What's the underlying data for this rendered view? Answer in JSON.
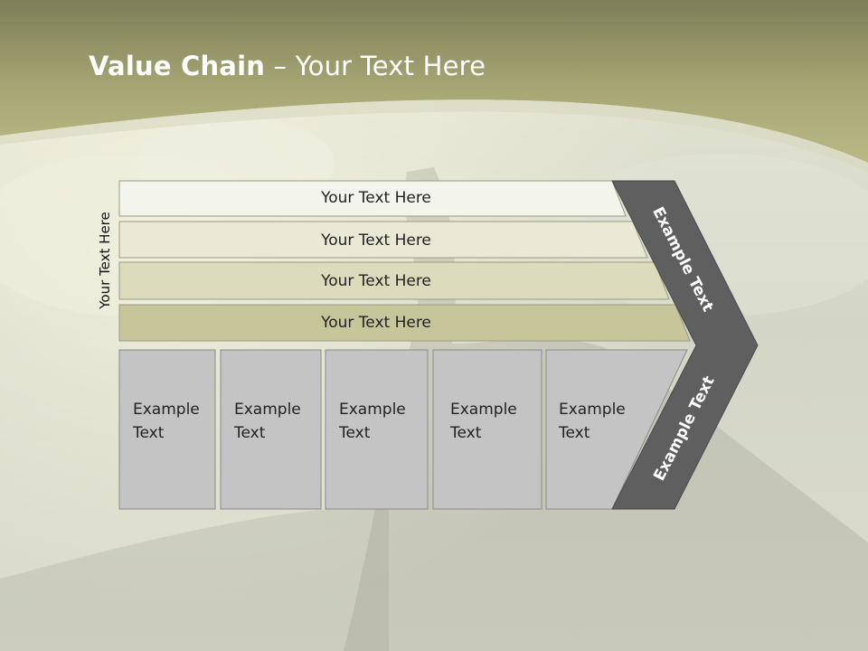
{
  "title": {
    "bold": "Value Chain",
    "rest": " – Your Text Here"
  },
  "side_label": "Your Text Here",
  "rows": [
    {
      "label": "Your Text Here",
      "color": "#f3f4ec"
    },
    {
      "label": "Your Text Here",
      "color": "#e9e9d6"
    },
    {
      "label": "Your Text Here",
      "color": "#dcdcbd"
    },
    {
      "label": "Your Text Here",
      "color": "#c7c59a"
    }
  ],
  "columns": [
    {
      "line1": "Example",
      "line2": "Text"
    },
    {
      "line1": "Example",
      "line2": "Text"
    },
    {
      "line1": "Example",
      "line2": "Text"
    },
    {
      "line1": "Example",
      "line2": "Text"
    },
    {
      "line1": "Example",
      "line2": "Text"
    }
  ],
  "chevron": {
    "upper": "Example Text",
    "lower": "Example Text",
    "color": "#5f5f5f"
  },
  "colors": {
    "header": "#a8a978",
    "box": "#c4c4c4"
  }
}
